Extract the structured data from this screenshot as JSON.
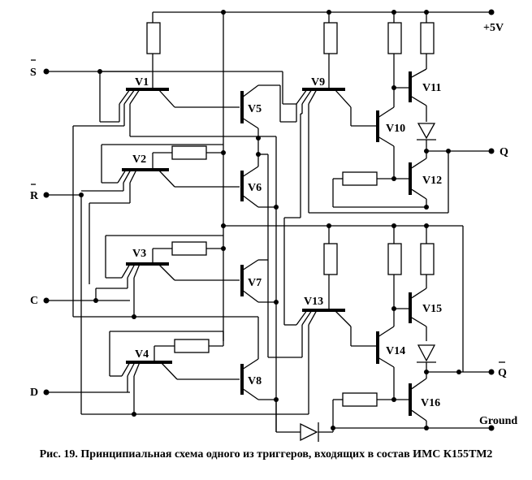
{
  "supply_label": "+5V",
  "ground_label": "Ground",
  "inputs": {
    "s": "S",
    "r": "R",
    "c": "C",
    "d": "D"
  },
  "outputs": {
    "q": "Q",
    "q_bar": "Q"
  },
  "transistors": [
    "V1",
    "V2",
    "V3",
    "V4",
    "V5",
    "V6",
    "V7",
    "V8",
    "V9",
    "V10",
    "V11",
    "V12",
    "V13",
    "V14",
    "V15",
    "V16"
  ],
  "caption": "Рис. 19. Принципиальная схема одного из триггеров, входящих в состав ИМС К155ТМ2"
}
